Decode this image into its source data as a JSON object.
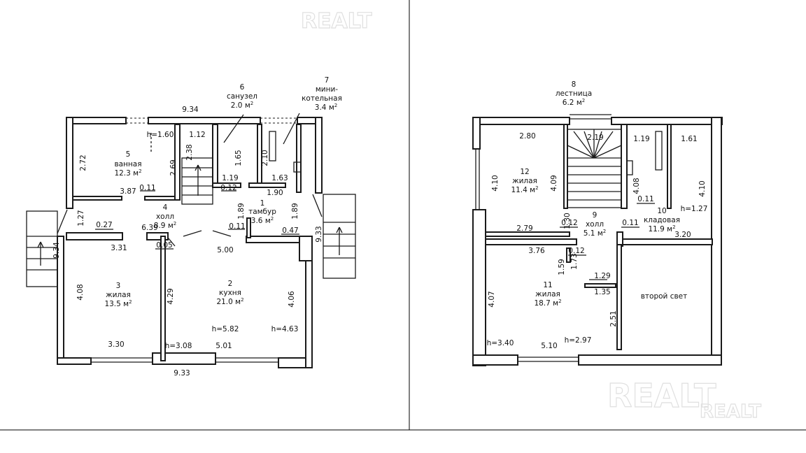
{
  "watermarks": [
    "REALT",
    "REALT",
    "REALT"
  ],
  "ground_floor": {
    "dimensions": [
      {
        "name": "top-width",
        "text": "9.34"
      },
      {
        "name": "bottom-width",
        "text": "9.33"
      },
      {
        "name": "left-height",
        "text": "9.34"
      },
      {
        "name": "right-height",
        "text": "9.33"
      },
      {
        "name": "h160",
        "text": "h=1.60"
      },
      {
        "name": "d112",
        "text": "1.12"
      },
      {
        "name": "d238",
        "text": "2.38"
      },
      {
        "name": "d272",
        "text": "2.72"
      },
      {
        "name": "d269",
        "text": "2.69"
      },
      {
        "name": "d387",
        "text": "3.87"
      },
      {
        "name": "d011a",
        "text": "0.11"
      },
      {
        "name": "d165",
        "text": "1.65"
      },
      {
        "name": "d210",
        "text": "2.10"
      },
      {
        "name": "d119",
        "text": "1.19"
      },
      {
        "name": "d012",
        "text": "0.12"
      },
      {
        "name": "d163",
        "text": "1.63"
      },
      {
        "name": "d190",
        "text": "1.90"
      },
      {
        "name": "d189a",
        "text": "1.89"
      },
      {
        "name": "d189b",
        "text": "1.89"
      },
      {
        "name": "d127",
        "text": "1.27"
      },
      {
        "name": "d027",
        "text": "0.27"
      },
      {
        "name": "d639",
        "text": "6.39"
      },
      {
        "name": "d011b",
        "text": "0.11"
      },
      {
        "name": "d047",
        "text": "0.47"
      },
      {
        "name": "d331",
        "text": "3.31"
      },
      {
        "name": "d005",
        "text": "0.05"
      },
      {
        "name": "d500",
        "text": "5.00"
      },
      {
        "name": "d408",
        "text": "4.08"
      },
      {
        "name": "d429",
        "text": "4.29"
      },
      {
        "name": "d406",
        "text": "4.06"
      },
      {
        "name": "h582",
        "text": "h=5.82"
      },
      {
        "name": "h463",
        "text": "h=4.63"
      },
      {
        "name": "d330",
        "text": "3.30"
      },
      {
        "name": "h308",
        "text": "h=3.08"
      },
      {
        "name": "d501",
        "text": "5.01"
      }
    ],
    "rooms": [
      {
        "name": "room-5",
        "num": "5",
        "label": "ванная",
        "area": "12.3 м",
        "sup": "2"
      },
      {
        "name": "room-6",
        "num": "6",
        "label": "санузел",
        "area": "2.0 м",
        "sup": "2"
      },
      {
        "name": "room-7",
        "num": "7",
        "label1": "мини-",
        "label2": "котельная",
        "area": "3.4 м",
        "sup": "2"
      },
      {
        "name": "room-4",
        "num": "4",
        "label": "холл",
        "area": "8.9 м",
        "sup": "2"
      },
      {
        "name": "room-1",
        "num": "1",
        "label": "тамбур",
        "area": "3.6 м",
        "sup": "2"
      },
      {
        "name": "room-3",
        "num": "3",
        "label": "жилая",
        "area": "13.5 м",
        "sup": "2"
      },
      {
        "name": "room-2",
        "num": "2",
        "label": "кухня",
        "area": "21.0 м",
        "sup": "2"
      }
    ]
  },
  "upper_floor": {
    "dimensions": [
      {
        "name": "d280",
        "text": "2.80"
      },
      {
        "name": "d219",
        "text": "2.19"
      },
      {
        "name": "d119u",
        "text": "1.19"
      },
      {
        "name": "d161",
        "text": "1.61"
      },
      {
        "name": "d410a",
        "text": "4.10"
      },
      {
        "name": "d409",
        "text": "4.09"
      },
      {
        "name": "d408u",
        "text": "4.08"
      },
      {
        "name": "d011u1",
        "text": "0.11"
      },
      {
        "name": "h127",
        "text": "h=1.27"
      },
      {
        "name": "d410b",
        "text": "4.10"
      },
      {
        "name": "d130",
        "text": "1.30"
      },
      {
        "name": "d279",
        "text": "2.79"
      },
      {
        "name": "d012u1",
        "text": "0.12"
      },
      {
        "name": "d011u2",
        "text": "0.11"
      },
      {
        "name": "d320",
        "text": "3.20"
      },
      {
        "name": "d376",
        "text": "3.76"
      },
      {
        "name": "d012u2",
        "text": "0.12"
      },
      {
        "name": "d159",
        "text": "1.59"
      },
      {
        "name": "d173",
        "text": "1.73"
      },
      {
        "name": "d129",
        "text": "1.29"
      },
      {
        "name": "d135",
        "text": "1.35"
      },
      {
        "name": "d407",
        "text": "4.07"
      },
      {
        "name": "d251",
        "text": "2.51"
      },
      {
        "name": "h340",
        "text": "h=3.40"
      },
      {
        "name": "d510",
        "text": "5.10"
      },
      {
        "name": "h297",
        "text": "h=2.97"
      }
    ],
    "rooms": [
      {
        "name": "room-8",
        "num": "8",
        "label": "лестница",
        "area": "6.2 м",
        "sup": "2"
      },
      {
        "name": "room-12",
        "num": "12",
        "label": "жилая",
        "area": "11.4 м",
        "sup": "2"
      },
      {
        "name": "room-9",
        "num": "9",
        "label": "холл",
        "area": "5.1 м",
        "sup": "2"
      },
      {
        "name": "room-10",
        "num": "10",
        "label": "кладовая",
        "area": "11.9 м",
        "sup": "2"
      },
      {
        "name": "room-11",
        "num": "11",
        "label": "жилая",
        "area": "18.7 м",
        "sup": "2"
      }
    ],
    "note": "второй свет"
  }
}
